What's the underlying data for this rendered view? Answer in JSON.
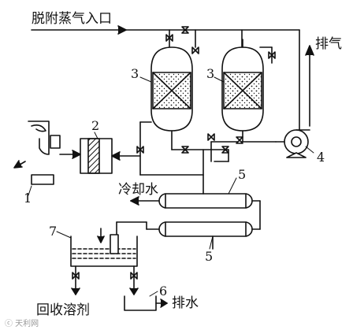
{
  "labels": {
    "steam_inlet": "脱附蒸气入口",
    "exhaust": "排气",
    "cooling_water": "冷却水",
    "recovered_solvent": "回收溶剂",
    "drain": "排水"
  },
  "numbers": {
    "n1": "1",
    "n2": "2",
    "n3_left": "3",
    "n3_right": "3",
    "n4": "4",
    "n5_top": "5",
    "n5_bottom": "5",
    "n6": "6",
    "n7": "7"
  },
  "watermark": "ⓒ 天利网",
  "colors": {
    "ink": "#111111",
    "background": "#ffffff"
  }
}
